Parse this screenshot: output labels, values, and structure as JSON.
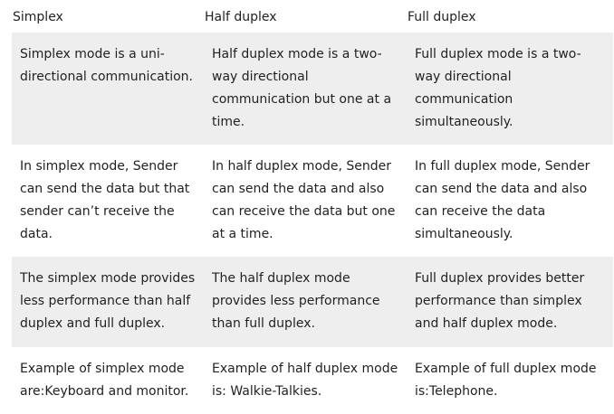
{
  "headers": [
    "Simplex",
    "Half duplex",
    "Full duplex"
  ],
  "rows": [
    {
      "simplex": "Simplex mode is a uni-directional communication.",
      "half_duplex": "Half duplex mode is a two-way directional communication but one at a time.",
      "full_duplex": "Full duplex mode is a two-way directional communication simultaneously."
    },
    {
      "simplex": "In simplex mode, Sender can send the data but that sender can’t receive the data.",
      "half_duplex": "In half duplex mode, Sender can send the data and also can receive the data but one at a time.",
      "full_duplex": "In full duplex mode, Sender can send the data and also can receive the data simultaneously."
    },
    {
      "simplex": "The simplex mode provides less performance than half duplex and full duplex.",
      "half_duplex": "The half duplex mode provides less performance than full duplex.",
      "full_duplex": "Full duplex provides better performance than simplex and half duplex mode."
    },
    {
      "simplex": "Example of simplex mode are:Keyboard and monitor.",
      "half_duplex": "Example of half duplex mode is: Walkie-Talkies.",
      "full_duplex": "Example of full duplex mode is:Telephone."
    }
  ],
  "colors": {
    "shaded_row": "#eeeeee",
    "text": "#222222"
  }
}
